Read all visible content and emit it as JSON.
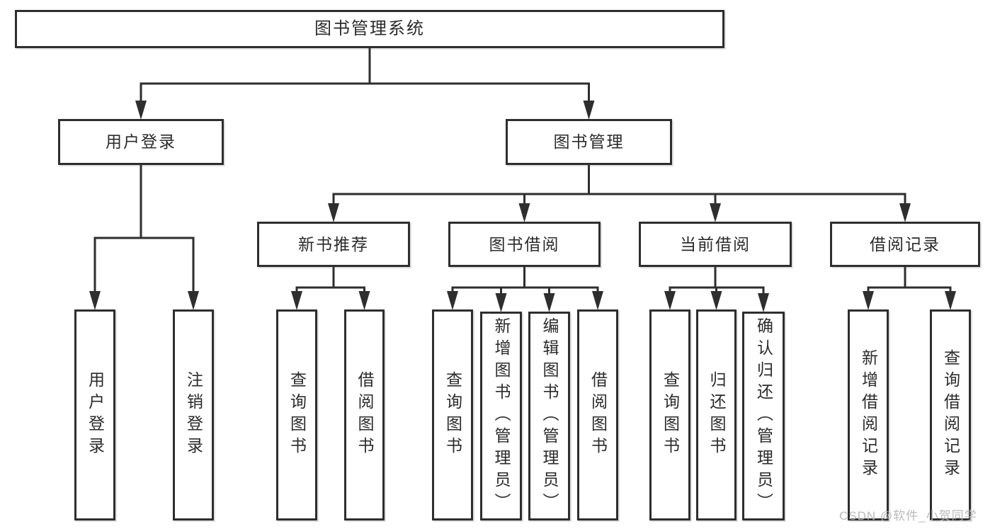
{
  "diagram": {
    "type": "hierarchy-tree",
    "nodes": [
      {
        "id": "root",
        "label": "图书管理系统",
        "parent": null
      },
      {
        "id": "user-login-group",
        "label": "用户登录",
        "parent": "root"
      },
      {
        "id": "book-management",
        "label": "图书管理",
        "parent": "root"
      },
      {
        "id": "user-login",
        "label": "用户登录",
        "parent": "user-login-group"
      },
      {
        "id": "logout-login",
        "label": "注销登录",
        "parent": "user-login-group"
      },
      {
        "id": "new-book-recommend",
        "label": "新书推荐",
        "parent": "book-management"
      },
      {
        "id": "book-borrowing",
        "label": "图书借阅",
        "parent": "book-management"
      },
      {
        "id": "current-borrowing",
        "label": "当前借阅",
        "parent": "book-management"
      },
      {
        "id": "borrowing-records",
        "label": "借阅记录",
        "parent": "book-management"
      },
      {
        "id": "query-books-recommend",
        "label": "查询图书",
        "parent": "new-book-recommend"
      },
      {
        "id": "borrow-books-recommend",
        "label": "借阅图书",
        "parent": "new-book-recommend"
      },
      {
        "id": "query-books-borrowing",
        "label": "查询图书",
        "parent": "book-borrowing"
      },
      {
        "id": "add-books-admin",
        "label": "新增图书（管理员）",
        "parent": "book-borrowing"
      },
      {
        "id": "edit-books-admin",
        "label": "编辑图书（管理员）",
        "parent": "book-borrowing"
      },
      {
        "id": "borrow-books-borrowing",
        "label": "借阅图书",
        "parent": "book-borrowing"
      },
      {
        "id": "query-books-current",
        "label": "查询图书",
        "parent": "current-borrowing"
      },
      {
        "id": "return-books",
        "label": "归还图书",
        "parent": "current-borrowing"
      },
      {
        "id": "confirm-return-admin",
        "label": "确认归还（管理员）",
        "parent": "current-borrowing"
      },
      {
        "id": "add-borrow-record",
        "label": "新增借阅记录",
        "parent": "borrowing-records"
      },
      {
        "id": "query-borrow-record",
        "label": "查询借阅记录",
        "parent": "borrowing-records"
      }
    ],
    "watermark": "CSDN @软件_小贺同学",
    "colors": {
      "line": "#2e2e2e",
      "box_border": "#2e2e2e",
      "box_fill": "#ffffff",
      "text": "#2b2b2b",
      "watermark": "#b6b6b6",
      "background": "#ffffff"
    }
  }
}
